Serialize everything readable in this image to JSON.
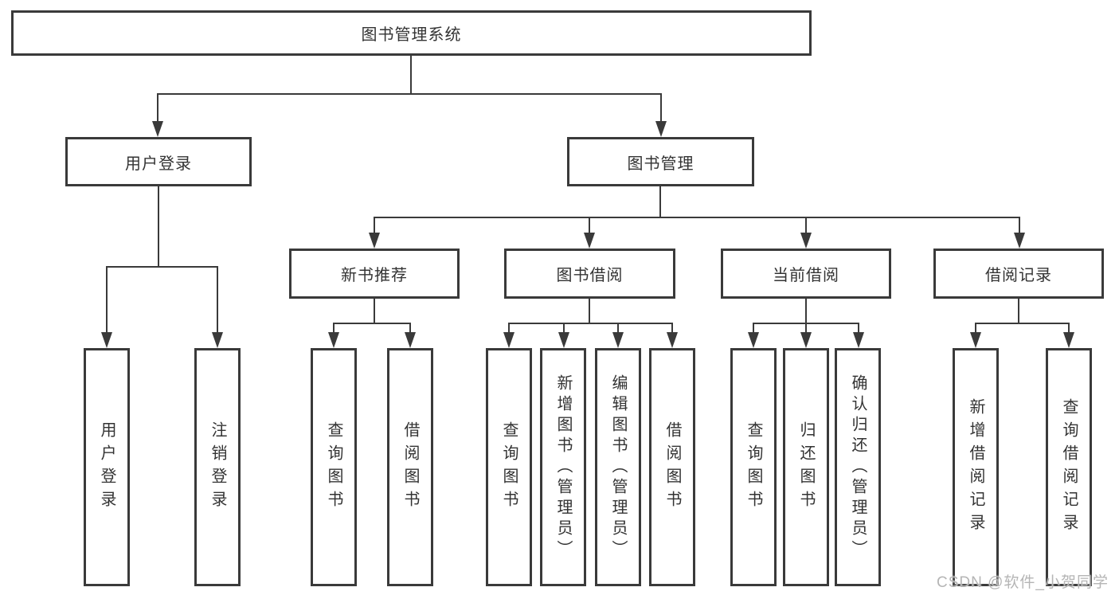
{
  "diagram": {
    "root": {
      "label": "图书管理系统"
    },
    "level2": [
      {
        "label": "用户登录"
      },
      {
        "label": "图书管理"
      }
    ],
    "level3": [
      {
        "label": "新书推荐"
      },
      {
        "label": "图书借阅"
      },
      {
        "label": "当前借阅"
      },
      {
        "label": "借阅记录"
      }
    ],
    "leaves": {
      "user_login": [
        "用户登录",
        "注销登录"
      ],
      "new_book_recommend": [
        "查询图书",
        "借阅图书"
      ],
      "book_borrow": [
        "查询图书",
        "新增图书（管理员）",
        "编辑图书（管理员）",
        "借阅图书"
      ],
      "current_borrow": [
        "查询图书",
        "归还图书",
        "确认归还（管理员）"
      ],
      "borrow_record": [
        "新增借阅记录",
        "查询借阅记录"
      ]
    }
  },
  "watermark": {
    "text": "CSDN @软件_小贺同学"
  },
  "colors": {
    "line": "#3a3a3a",
    "text": "#333333",
    "background": "#ffffff",
    "watermark": "#b5b5b5"
  }
}
